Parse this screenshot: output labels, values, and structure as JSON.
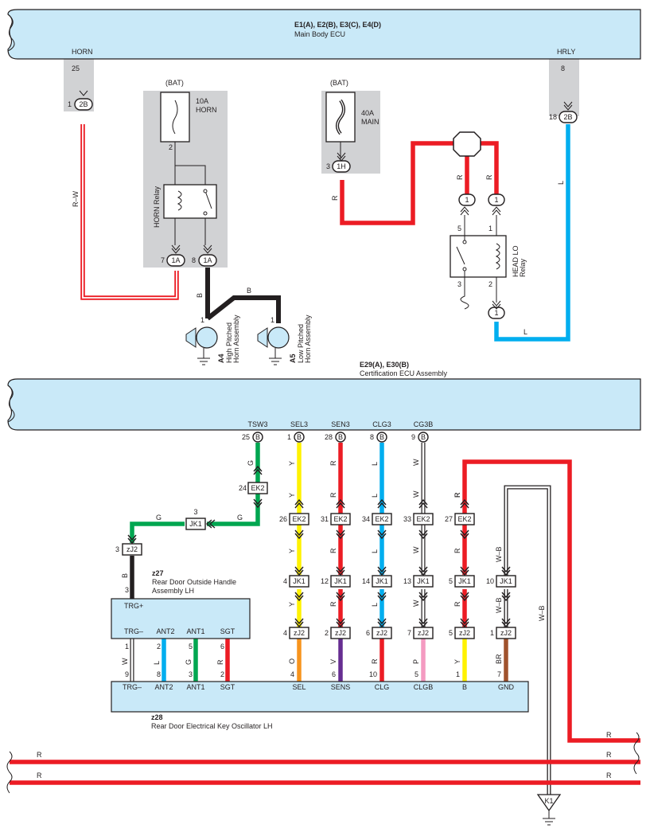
{
  "colors": {
    "ecu_fill": "#c9e9f8",
    "red": "#ec1c24",
    "blue": "#00aeef",
    "green": "#00a650",
    "yellow": "#fff200",
    "violet": "#662d91",
    "pink": "#f49ac1",
    "orange": "#f7941d",
    "brown": "#a0522d",
    "black": "#231f20",
    "grey_block": "#d1d2d4"
  },
  "top": {
    "ecu_title": "E1(A), E2(B), E3(C), E4(D)",
    "ecu_name": "Main Body ECU",
    "horn_label": "HORN",
    "horn_pin": "25",
    "horn_conn_pin": "1",
    "horn_conn": "2B",
    "horn_wire": "R–W",
    "hrly_label": "HRLY",
    "hrly_pin": "8",
    "hrly_conn_pin": "18",
    "hrly_conn": "2B",
    "bat_left": "(BAT)",
    "fuse_horn_amp": "10A",
    "fuse_horn_name": "HORN",
    "fuse_horn_pin": "2",
    "horn_relay_name": "HORN Relay",
    "pin_7": "7",
    "conn_1a_a": "1A",
    "pin_8": "8",
    "conn_1a_b": "1A",
    "wire_b_1": "B",
    "wire_b_2": "B",
    "a4_pin": "1",
    "a5_pin": "1",
    "a4_id": "A4",
    "a4_name_1": "High Pitched",
    "a4_name_2": "Horn Assembly",
    "a5_id": "A5",
    "a5_name_1": "Low Pitched",
    "a5_name_2": "Horn Assembly",
    "bat_right": "(BAT)",
    "fuse_main_amp": "40A",
    "fuse_main_name": "MAIN",
    "main_pin": "3",
    "main_conn": "1H",
    "wire_r_main": "R",
    "wire_r_j1": "R",
    "wire_r_j2": "R",
    "j1_conn": "1",
    "j2_conn": "1",
    "relay_pin_5": "5",
    "relay_pin_1": "1",
    "relay_pin_3": "3",
    "relay_pin_2": "2",
    "headlo_1": "HEAD LO",
    "headlo_2": "Relay",
    "j3_conn": "1",
    "wire_l_bottom": "L",
    "wire_l_right": "L"
  },
  "cert": {
    "title": "E29(A), E30(B)",
    "name": "Certification ECU Assembly",
    "pins": [
      {
        "label": "TSW3",
        "num": "25",
        "conn": "B",
        "wire": "G"
      },
      {
        "label": "SEL3",
        "num": "1",
        "conn": "B",
        "wire": "Y"
      },
      {
        "label": "SEN3",
        "num": "28",
        "conn": "B",
        "wire": "R"
      },
      {
        "label": "CLG3",
        "num": "8",
        "conn": "B",
        "wire": "L"
      },
      {
        "label": "CG3B",
        "num": "9",
        "conn": "B",
        "wire": "W"
      }
    ]
  },
  "lower": {
    "tsw_ek2_pin": "24",
    "tsw_ek2": "EK2",
    "jk1_pin": "3",
    "jk1": "JK1",
    "wire_g_a": "G",
    "wire_g_b": "G",
    "zj2_pin": "3",
    "zj2": "zJ2",
    "wire_b": "B",
    "trg_pin": "3",
    "z27_id": "z27",
    "z27_name_1": "Rear Door Outside Handle",
    "z27_name_2": "Assembly LH",
    "z27_pins": {
      "trg_plus": "TRG+",
      "trg_minus": "TRG–",
      "ant2": "ANT2",
      "ant1": "ANT1",
      "sgt": "SGT"
    },
    "z28_id": "z28",
    "z28_name": "Rear Door Electrical Key Oscillator LH",
    "z28_pins": [
      "TRG–",
      "ANT2",
      "ANT1",
      "SGT",
      "SEL",
      "SENS",
      "CLG",
      "CLGB",
      "B",
      "GND"
    ],
    "between": [
      {
        "top": "1",
        "bot": "9",
        "wire": "W"
      },
      {
        "top": "2",
        "bot": "8",
        "wire": "L"
      },
      {
        "top": "5",
        "bot": "3",
        "wire": "G"
      },
      {
        "top": "6",
        "bot": "2",
        "wire": "R"
      }
    ],
    "cols": [
      {
        "ek2": "26",
        "w1": "Y",
        "jk1": "4",
        "w2": "Y",
        "zj2": "4",
        "w3": "O",
        "z28": "4"
      },
      {
        "ek2": "31",
        "w1": "R",
        "jk1": "12",
        "w2": "R",
        "zj2": "2",
        "w3": "V",
        "z28": "6"
      },
      {
        "ek2": "34",
        "w1": "L",
        "jk1": "14",
        "w2": "L",
        "zj2": "6",
        "w3": "R",
        "z28": "10"
      },
      {
        "ek2": "33",
        "w1": "W",
        "jk1": "13",
        "w2": "W",
        "zj2": "7",
        "w3": "P",
        "z28": "5"
      },
      {
        "ek2": "27",
        "w0": "R",
        "w1": "R",
        "jk1": "5",
        "w2": "R",
        "zj2": "5",
        "w3": "Y",
        "z28": "1"
      },
      {
        "w1": "W–B",
        "jk1": "10",
        "w2": "W–B",
        "zj2": "1",
        "w3": "BR",
        "z28": "7",
        "w4": "W–B"
      }
    ],
    "conn_ek2": "EK2",
    "conn_jk1": "JK1",
    "conn_zj2": "zJ2",
    "r_right": "R",
    "r_row1": [
      "R",
      "R"
    ],
    "r_row2": [
      "R",
      "R"
    ],
    "k1": "K1"
  }
}
